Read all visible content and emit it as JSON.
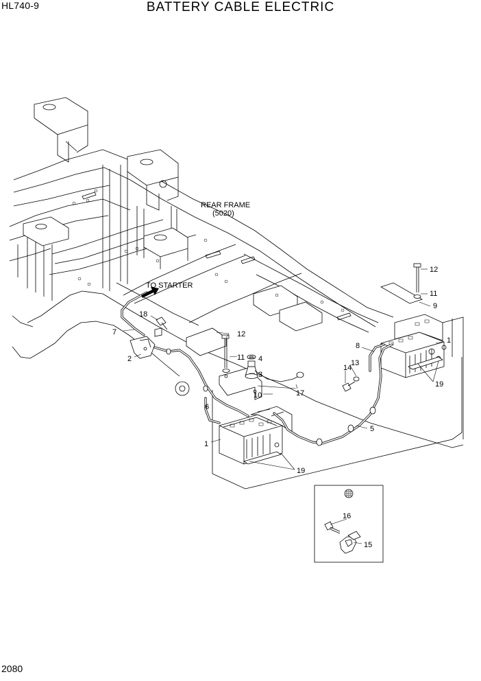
{
  "header": {
    "model": "HL740-9",
    "title": "BATTERY CABLE ELECTRIC"
  },
  "footer": {
    "page_number": "2080"
  },
  "annotations": {
    "rear_frame": "REAR FRAME",
    "rear_frame_ref": "(5020)",
    "to_starter": "TO STARTER"
  },
  "callouts": {
    "c1a": "1",
    "c1b": "1",
    "c2": "2",
    "c3": "3",
    "c4": "4",
    "c5": "5",
    "c6": "6",
    "c7": "7",
    "c8": "8",
    "c9": "9",
    "c10": "10",
    "c11a": "11",
    "c11b": "11",
    "c12a": "12",
    "c12b": "12",
    "c13": "13",
    "c14": "14",
    "c15": "15",
    "c16": "16",
    "c17": "17",
    "c18": "18",
    "c19a": "19",
    "c19b": "19"
  }
}
